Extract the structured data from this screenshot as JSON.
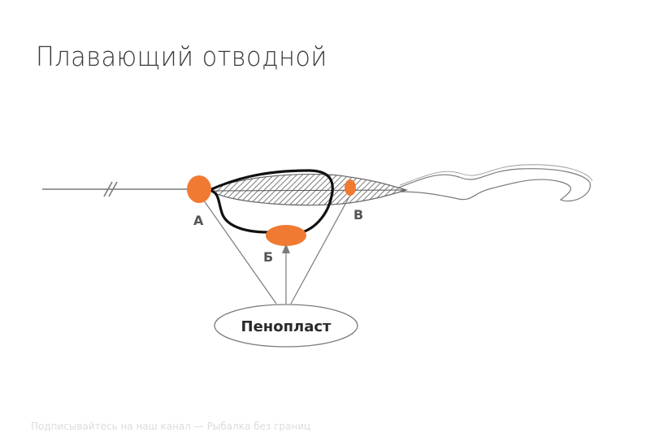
{
  "title": "Плавающий отводной",
  "labels": {
    "a": "А",
    "b": "Б",
    "v": "В",
    "foam": "Пенопласт"
  },
  "colors": {
    "bead": "#f07a32",
    "line": "#6a6a6a",
    "loop": "#111111"
  },
  "footer": "Подписывайтесь на наш канал — Рыбалка без границ"
}
